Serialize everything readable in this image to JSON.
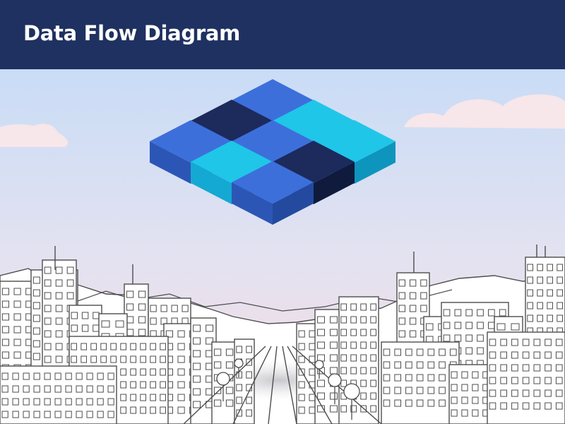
{
  "header": {
    "title": "Data Flow Diagram"
  },
  "colors": {
    "header_bg": "#1e3160",
    "sky_top": "#c9dcf6",
    "sky_bottom": "#f6dbe4",
    "line_art": "#4d4d4d",
    "connector": "#ffffff"
  },
  "diagram": {
    "blocks": [
      {
        "id": "b1",
        "row": 0,
        "col": 0,
        "color": "blue"
      },
      {
        "id": "b2",
        "row": 0,
        "col": 1,
        "color": "cyan"
      },
      {
        "id": "b3",
        "row": 0,
        "col": 2,
        "color": "cyan"
      },
      {
        "id": "b4",
        "row": 1,
        "col": 0,
        "color": "navy"
      },
      {
        "id": "b5",
        "row": 1,
        "col": 1,
        "color": "blue"
      },
      {
        "id": "b6",
        "row": 1,
        "col": 2,
        "color": "navy"
      },
      {
        "id": "b7",
        "row": 2,
        "col": 0,
        "color": "blue"
      },
      {
        "id": "b8",
        "row": 2,
        "col": 1,
        "color": "cyan"
      },
      {
        "id": "b9",
        "row": 2,
        "col": 2,
        "color": "blue"
      }
    ],
    "links": [
      [
        "b1",
        "b2"
      ],
      [
        "b2",
        "b3"
      ],
      [
        "b4",
        "b5"
      ],
      [
        "b5",
        "b6"
      ],
      [
        "b7",
        "b8"
      ],
      [
        "b8",
        "b9"
      ],
      [
        "b1",
        "b4"
      ],
      [
        "b4",
        "b7"
      ],
      [
        "b2",
        "b5"
      ],
      [
        "b5",
        "b8"
      ],
      [
        "b3",
        "b6"
      ],
      [
        "b6",
        "b9"
      ]
    ],
    "palette": {
      "blue": {
        "top": "#3d6fdb",
        "left": "#2c56b6",
        "right": "#234a9f"
      },
      "cyan": {
        "top": "#1fc6e8",
        "left": "#14a9d2",
        "right": "#0e95bd"
      },
      "navy": {
        "top": "#1c2a5c",
        "left": "#142049",
        "right": "#0f1a3d"
      }
    }
  }
}
